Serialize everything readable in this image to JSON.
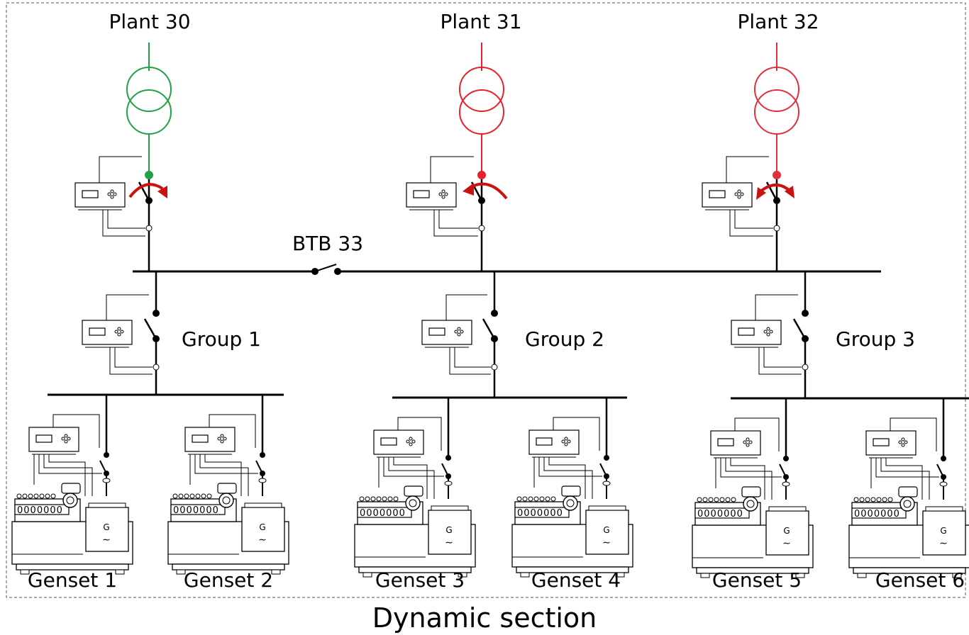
{
  "caption": "Dynamic section",
  "colors": {
    "plant_30": "#22a046",
    "plant_31": "#e8202a",
    "plant_32": "#e0303a",
    "arrow": "#cc1111",
    "line": "#000000",
    "frame": "#555555"
  },
  "plants": [
    {
      "id": "plant-30",
      "label": "Plant 30",
      "color_key": "plant_30"
    },
    {
      "id": "plant-31",
      "label": "Plant 31",
      "color_key": "plant_31"
    },
    {
      "id": "plant-32",
      "label": "Plant 32",
      "color_key": "plant_32"
    }
  ],
  "tie_breaker": {
    "label": "BTB 33"
  },
  "groups": [
    {
      "label": "Group 1"
    },
    {
      "label": "Group 2"
    },
    {
      "label": "Group 3"
    }
  ],
  "gensets": [
    {
      "label": "Genset 1",
      "generator_mark": "G",
      "display_digits": "0000000"
    },
    {
      "label": "Genset 2",
      "generator_mark": "G",
      "display_digits": "0000000"
    },
    {
      "label": "Genset 3",
      "generator_mark": "G",
      "display_digits": "0000000"
    },
    {
      "label": "Genset 4",
      "generator_mark": "G",
      "display_digits": "0000000"
    },
    {
      "label": "Genset 5",
      "generator_mark": "G",
      "display_digits": "0000000"
    },
    {
      "label": "Genset 6",
      "generator_mark": "G",
      "display_digits": "0000000"
    }
  ]
}
